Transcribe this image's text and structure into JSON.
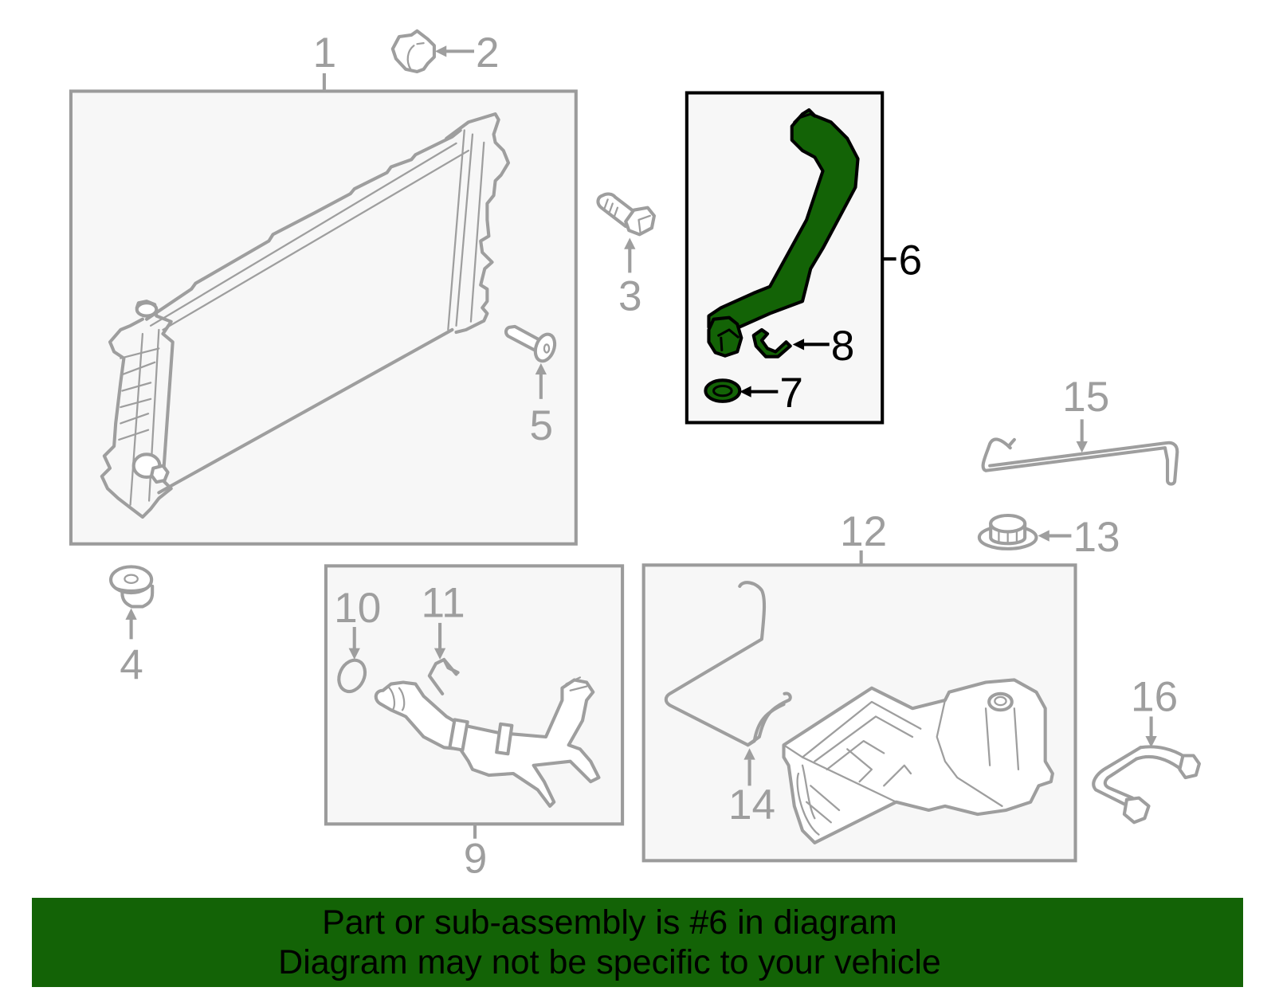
{
  "diagram": {
    "title": "Cooling system parts diagram",
    "highlight_color": "#136306",
    "line_color": "#9e9e9e",
    "box_fill": "#f7f7f7",
    "callouts": [
      {
        "id": "1",
        "label": "1",
        "part": "radiator",
        "highlighted": false
      },
      {
        "id": "2",
        "label": "2",
        "part": "radiator-cap-bushing",
        "highlighted": false
      },
      {
        "id": "3",
        "label": "3",
        "part": "bolt",
        "highlighted": false
      },
      {
        "id": "4",
        "label": "4",
        "part": "lower-insulator",
        "highlighted": false
      },
      {
        "id": "5",
        "label": "5",
        "part": "pin",
        "highlighted": false
      },
      {
        "id": "6",
        "label": "6",
        "part": "hose-assembly",
        "highlighted": true
      },
      {
        "id": "7",
        "label": "7",
        "part": "o-ring",
        "highlighted": true
      },
      {
        "id": "8",
        "label": "8",
        "part": "clip",
        "highlighted": true
      },
      {
        "id": "9",
        "label": "9",
        "part": "water-tube-assembly",
        "highlighted": false
      },
      {
        "id": "10",
        "label": "10",
        "part": "o-ring",
        "highlighted": false
      },
      {
        "id": "11",
        "label": "11",
        "part": "clip",
        "highlighted": false
      },
      {
        "id": "12",
        "label": "12",
        "part": "reservoir-assembly",
        "highlighted": false
      },
      {
        "id": "13",
        "label": "13",
        "part": "reservoir-cap",
        "highlighted": false
      },
      {
        "id": "14",
        "label": "14",
        "part": "overflow-hose",
        "highlighted": false
      },
      {
        "id": "15",
        "label": "15",
        "part": "vent-hose",
        "highlighted": false
      },
      {
        "id": "16",
        "label": "16",
        "part": "hose",
        "highlighted": false
      }
    ]
  },
  "banner": {
    "line1": "Part or sub-assembly is #6 in diagram",
    "line2": "Diagram may not be specific to your vehicle",
    "background": "#136306"
  }
}
